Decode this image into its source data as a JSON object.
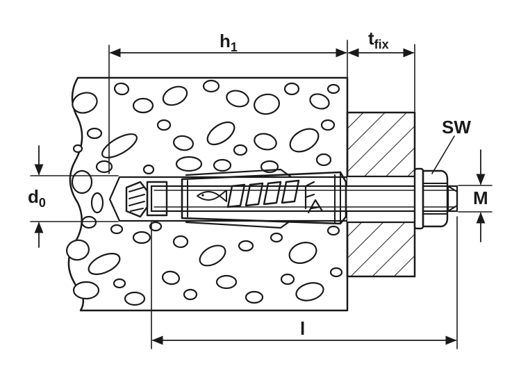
{
  "labels": {
    "h1": {
      "main": "h",
      "sub": "1"
    },
    "tfix": {
      "main": "t",
      "sub": "fix"
    },
    "sw": "SW",
    "d0": {
      "main": "d",
      "sub": "0"
    },
    "m": "M",
    "l": "l"
  },
  "colors": {
    "ink": "#1a1a1a",
    "background": "#ffffff"
  },
  "icons": {
    "anchor_logo": "fish-icon",
    "sleeve_mark": "fa-logo"
  }
}
